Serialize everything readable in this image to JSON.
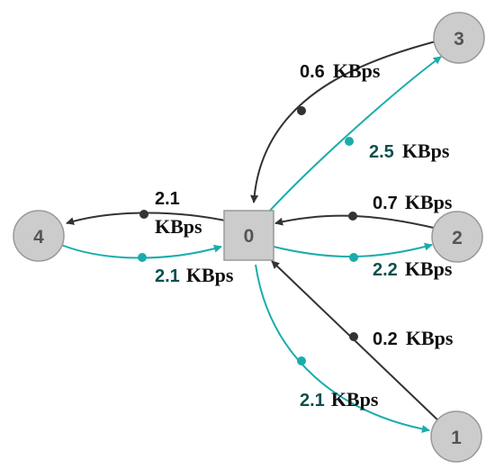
{
  "colors": {
    "incoming_edge": "#333333",
    "outgoing_edge": "#1aacac",
    "node_fill": "#cccccc",
    "node_stroke": "#999999",
    "label_dark": "#111111",
    "label_teal": "#0e4f4f"
  },
  "nodes": [
    {
      "id": "0",
      "label": "0",
      "shape": "square"
    },
    {
      "id": "1",
      "label": "1",
      "shape": "circle"
    },
    {
      "id": "2",
      "label": "2",
      "shape": "circle"
    },
    {
      "id": "3",
      "label": "3",
      "shape": "circle"
    },
    {
      "id": "4",
      "label": "4",
      "shape": "circle"
    }
  ],
  "edges": [
    {
      "from": "3",
      "to": "0",
      "value": "0.6",
      "unit": "KBps",
      "style": "incoming"
    },
    {
      "from": "0",
      "to": "3",
      "value": "2.5",
      "unit": "KBps",
      "style": "outgoing"
    },
    {
      "from": "2",
      "to": "0",
      "value": "0.7",
      "unit": "KBps",
      "style": "incoming"
    },
    {
      "from": "0",
      "to": "2",
      "value": "2.2",
      "unit": "KBps",
      "style": "outgoing"
    },
    {
      "from": "1",
      "to": "0",
      "value": "0.2",
      "unit": "KBps",
      "style": "incoming"
    },
    {
      "from": "0",
      "to": "1",
      "value": "2.1",
      "unit": "KBps",
      "style": "outgoing"
    },
    {
      "from": "0",
      "to": "4",
      "value": "2.1",
      "unit": "KBps",
      "style": "incoming"
    },
    {
      "from": "4",
      "to": "0",
      "value": "2.1",
      "unit": "KBps",
      "style": "outgoing"
    }
  ]
}
